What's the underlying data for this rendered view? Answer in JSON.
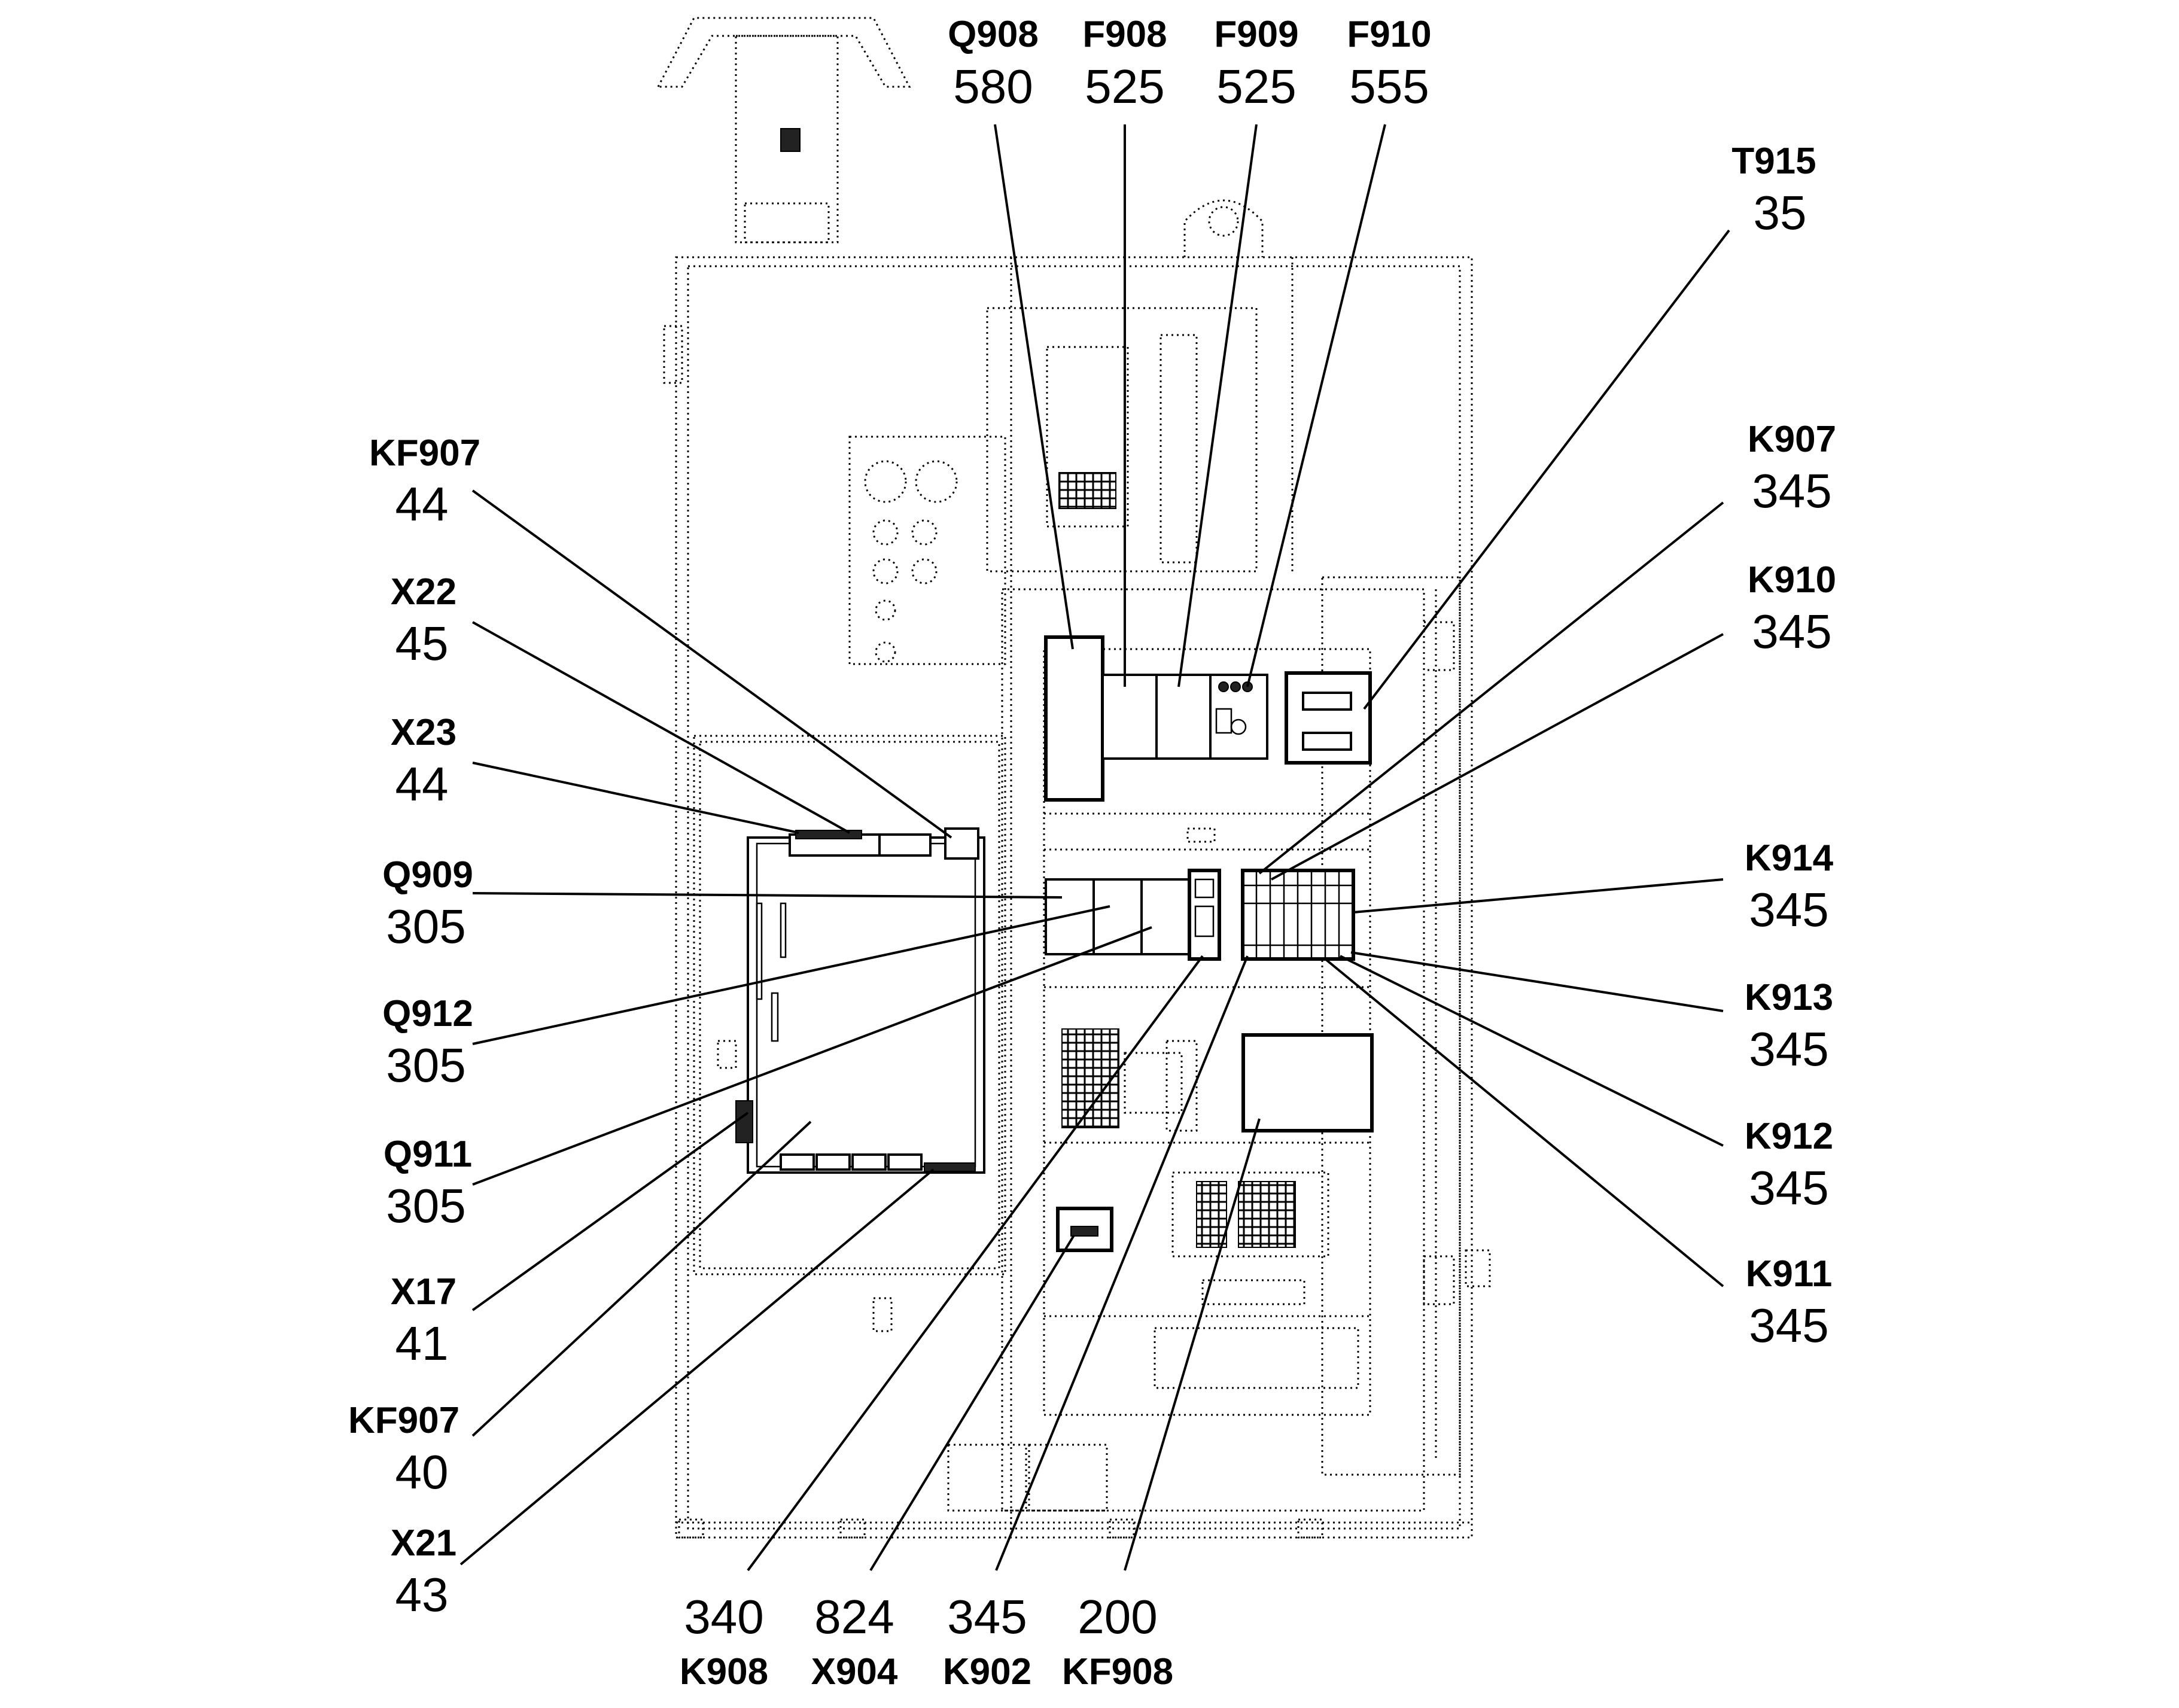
{
  "labels": [
    {
      "code": "Q908",
      "num": "580"
    },
    {
      "code": "F908",
      "num": "525"
    },
    {
      "code": "F909",
      "num": "525"
    },
    {
      "code": "F910",
      "num": "555"
    },
    {
      "code": "T915",
      "num": "35"
    },
    {
      "code": "K907",
      "num": "345"
    },
    {
      "code": "K910",
      "num": "345"
    },
    {
      "code": "K914",
      "num": "345"
    },
    {
      "code": "K913",
      "num": "345"
    },
    {
      "code": "K912",
      "num": "345"
    },
    {
      "code": "K911",
      "num": "345"
    },
    {
      "code": "KF907",
      "num": "44"
    },
    {
      "code": "X22",
      "num": "45"
    },
    {
      "code": "X23",
      "num": "44"
    },
    {
      "code": "Q909",
      "num": "305"
    },
    {
      "code": "Q912",
      "num": "305"
    },
    {
      "code": "Q911",
      "num": "305"
    },
    {
      "code": "X17",
      "num": "41"
    },
    {
      "code": "KF907",
      "num": "40"
    },
    {
      "code": "X21",
      "num": "43"
    },
    {
      "code": "K908",
      "num": "340"
    },
    {
      "code": "X904",
      "num": "824"
    },
    {
      "code": "K902",
      "num": "345"
    },
    {
      "code": "KF908",
      "num": "200"
    }
  ]
}
